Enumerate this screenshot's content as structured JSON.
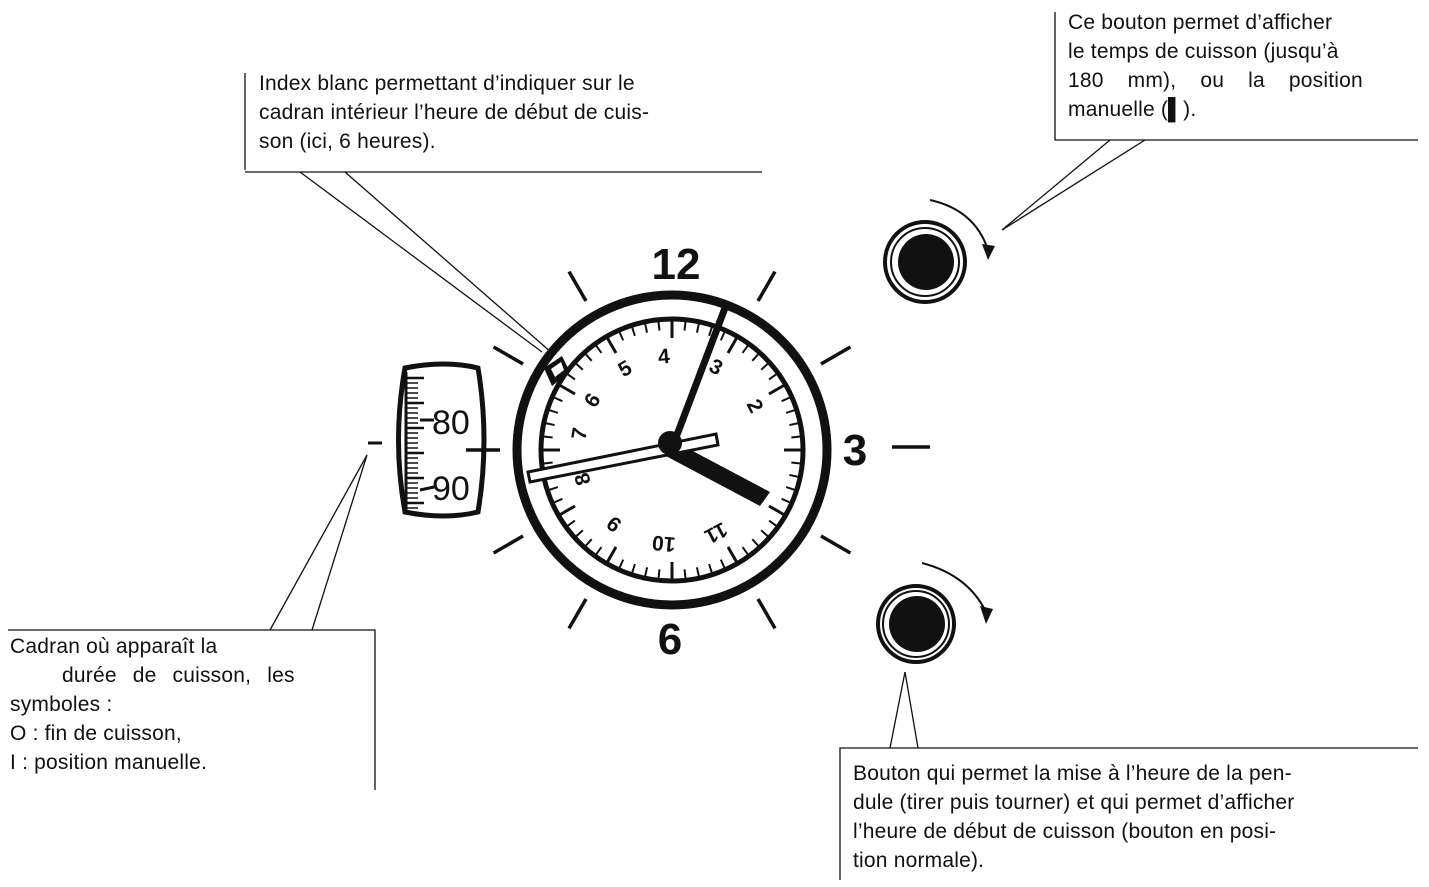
{
  "callouts": {
    "index": {
      "lines": [
        "Index blanc permettant d’indiquer sur le",
        "cadran intérieur l’heure de début de cuis-",
        "son (ici, 6 heures)."
      ]
    },
    "top_button": {
      "lines": [
        "Ce bouton permet d’afficher",
        "le temps de cuisson (jusqu’à",
        "180 mm), ou la position",
        "manuelle (▌)."
      ]
    },
    "drum": {
      "lines": [
        "Cadran où apparaît la",
        "durée de cuisson, les",
        "symboles :",
        "O : fin de cuisson,",
        "I : position manuelle."
      ]
    },
    "bottom_button": {
      "lines": [
        "Bouton qui permet la mise à l’heure de la pen-",
        "dule (tirer puis tourner) et qui permet d’afficher",
        "l’heure de début de cuisson (bouton en posi-",
        "tion normale)."
      ]
    }
  },
  "clock": {
    "outer_numerals": {
      "n12": "12",
      "n3": "3",
      "n6": "6"
    },
    "inner_numerals": [
      "4",
      "5",
      "6",
      "7",
      "8",
      "9",
      "10",
      "11",
      "2",
      "3"
    ]
  },
  "drum": {
    "labels": [
      "80",
      "90"
    ]
  }
}
